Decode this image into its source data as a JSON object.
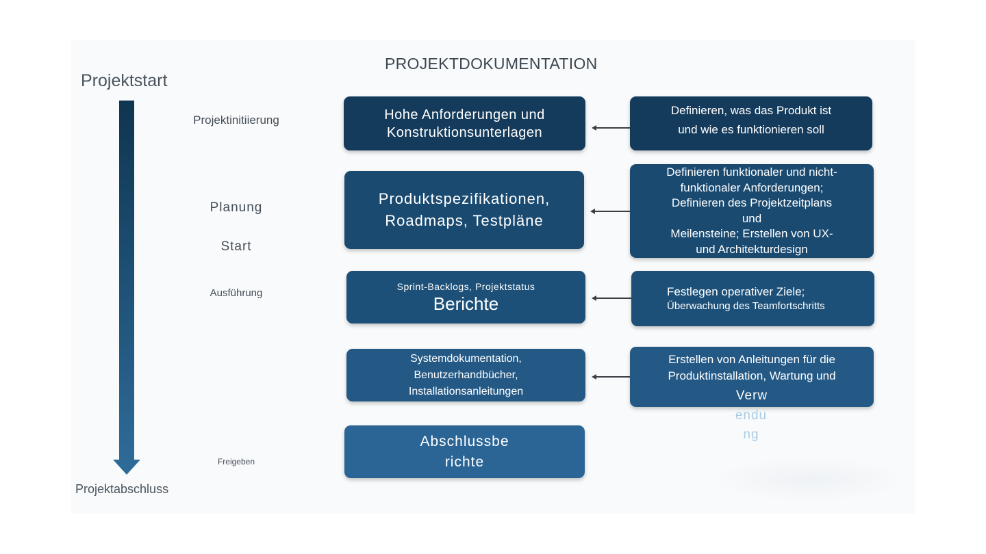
{
  "title": "PROJEKTDOKUMENTATION",
  "timeline": {
    "start": "Projektstart",
    "end": "Projektabschluss"
  },
  "phases": [
    "Projektinitiierung",
    "Planung",
    "Start",
    "Ausführung",
    "Freigeben"
  ],
  "documents": [
    {
      "lines": [
        "Hohe Anforderungen und",
        "Konstruktionsunterlagen"
      ]
    },
    {
      "lines": [
        "Produktspezifikationen,",
        "Roadmaps, Testpläne"
      ]
    },
    {
      "lines": [
        "Sprint-Backlogs, Projektstatus",
        "Berichte"
      ]
    },
    {
      "lines": [
        "Systemdokumentation,",
        "Benutzerhandbücher,",
        "Installationsanleitungen"
      ]
    },
    {
      "lines": [
        "Abschlussbe",
        "richte"
      ]
    }
  ],
  "descriptions": [
    {
      "lines": [
        "Definieren, was das Produkt ist",
        "und wie es funktionieren soll"
      ]
    },
    {
      "lines": [
        "Definieren funktionaler und nicht-",
        "funktionaler Anforderungen;",
        "Definieren des Projektzeitplans",
        "und",
        "Meilensteine; Erstellen von UX-",
        "und Architekturdesign"
      ]
    },
    {
      "lines": [
        "Festlegen operativer Ziele;",
        "Überwachung des Teamfortschritts"
      ]
    },
    {
      "lines": [
        "Erstellen von Anleitungen für die",
        "Produktinstallation, Wartung und",
        "Verw"
      ]
    }
  ],
  "overflow_text": [
    "endu",
    "ng"
  ],
  "colors": {
    "arrow_top": "#0f3550",
    "arrow_bottom": "#2e6a98",
    "box_1": "#143b5b",
    "box_2": "#1a4a70",
    "box_3": "#1c5079",
    "box_4": "#245985",
    "box_5": "#2b6596"
  }
}
